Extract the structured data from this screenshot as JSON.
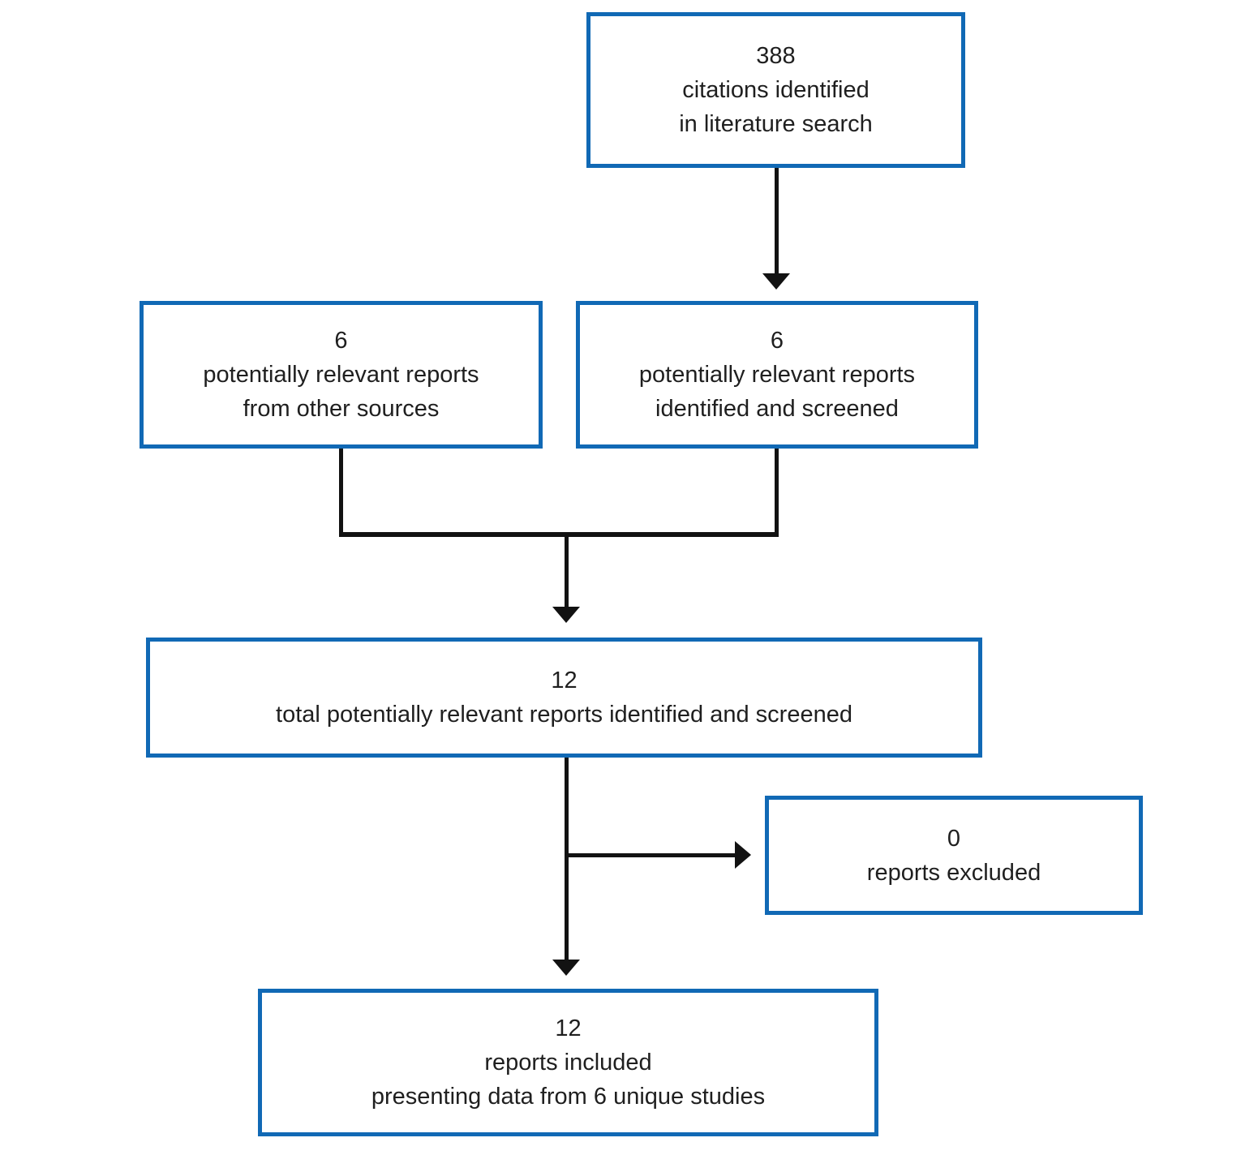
{
  "colors": {
    "box_border": "#1169b5",
    "connector": "#121212",
    "text": "#1f1f1f",
    "background": "#ffffff"
  },
  "boxes": {
    "citations": {
      "lines": [
        "388",
        "citations identified",
        "in literature search"
      ]
    },
    "other_sources": {
      "lines": [
        "6",
        "potentially relevant reports",
        "from other sources"
      ]
    },
    "screened": {
      "lines": [
        "6",
        "potentially relevant reports",
        "identified and screened"
      ]
    },
    "total": {
      "lines": [
        "12",
        "total potentially relevant reports identified and screened"
      ]
    },
    "excluded": {
      "lines": [
        "0",
        "reports excluded"
      ]
    },
    "included": {
      "lines": [
        "12",
        "reports included",
        "presenting data from 6 unique studies"
      ]
    }
  }
}
